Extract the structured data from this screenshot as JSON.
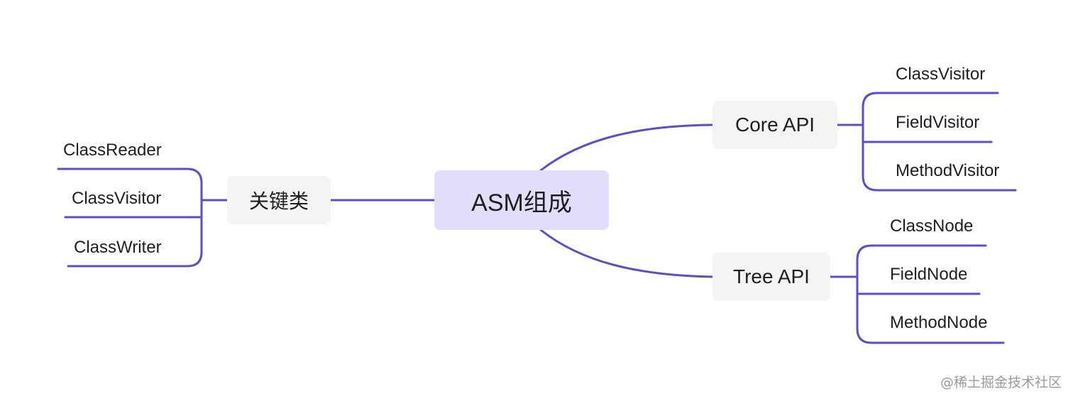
{
  "root": {
    "label": "ASM组成"
  },
  "branches": {
    "keys": {
      "label": "关键类",
      "leaves": [
        "ClassReader",
        "ClassVisitor",
        "ClassWriter"
      ]
    },
    "core": {
      "label": "Core API",
      "leaves": [
        "ClassVisitor",
        "FieldVisitor",
        "MethodVisitor"
      ]
    },
    "tree": {
      "label": "Tree API",
      "leaves": [
        "ClassNode",
        "FieldNode",
        "MethodNode"
      ]
    }
  },
  "watermark": "@稀土掘金技术社区",
  "colors": {
    "connector": "#5b4fc6",
    "root_fill": "#e0defa",
    "branch_fill": "#f4f4f5",
    "text": "#1f1f1f"
  }
}
